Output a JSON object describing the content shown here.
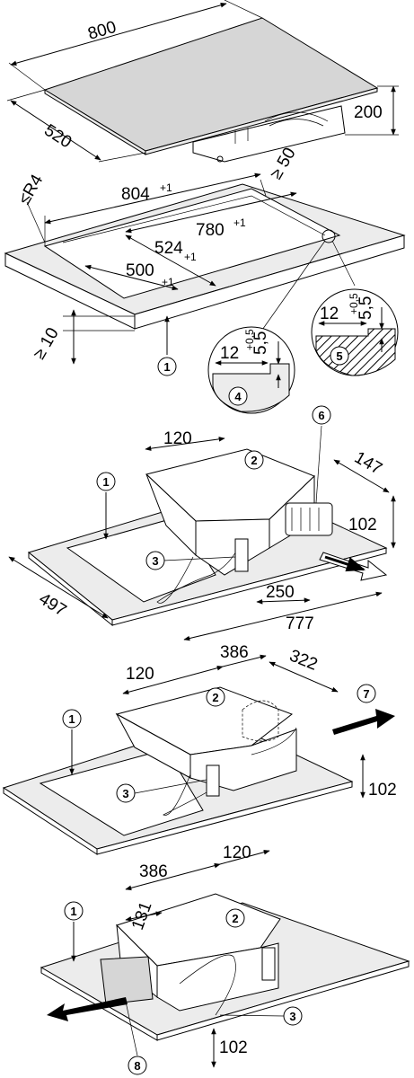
{
  "fig1": {
    "width": "800",
    "depth": "520",
    "height": "200"
  },
  "fig2": {
    "corner_radius": "≤R4",
    "cut_outer_width": "804",
    "cut_outer_width_tol": "+1",
    "cut_inner_width": "780",
    "cut_inner_width_tol": "+1",
    "cut_outer_depth": "524",
    "cut_outer_depth_tol": "+1",
    "cut_inner_depth": "500",
    "cut_inner_depth_tol": "+1",
    "min_edge": "≥ 50",
    "min_thickness": "≥ 10",
    "ref1": "1",
    "detail4": {
      "width": "12",
      "depth": "5,5",
      "tol": "+0,5",
      "ref": "4"
    },
    "detail5": {
      "width": "12",
      "depth": "5,5",
      "tol": "+0,5",
      "ref": "5"
    }
  },
  "fig3": {
    "d120": "120",
    "d147": "147",
    "d102": "102",
    "d250": "250",
    "d497": "497",
    "d777": "777",
    "ref1": "1",
    "ref2": "2",
    "ref3": "3",
    "ref6": "6"
  },
  "fig4": {
    "d120": "120",
    "d386": "386",
    "d322": "322",
    "d102": "102",
    "ref1": "1",
    "ref2": "2",
    "ref3": "3",
    "ref7": "7"
  },
  "fig5": {
    "d386": "386",
    "d120": "120",
    "d131": "131",
    "d102": "102",
    "ref1": "1",
    "ref2": "2",
    "ref3": "3",
    "ref8": "8"
  }
}
